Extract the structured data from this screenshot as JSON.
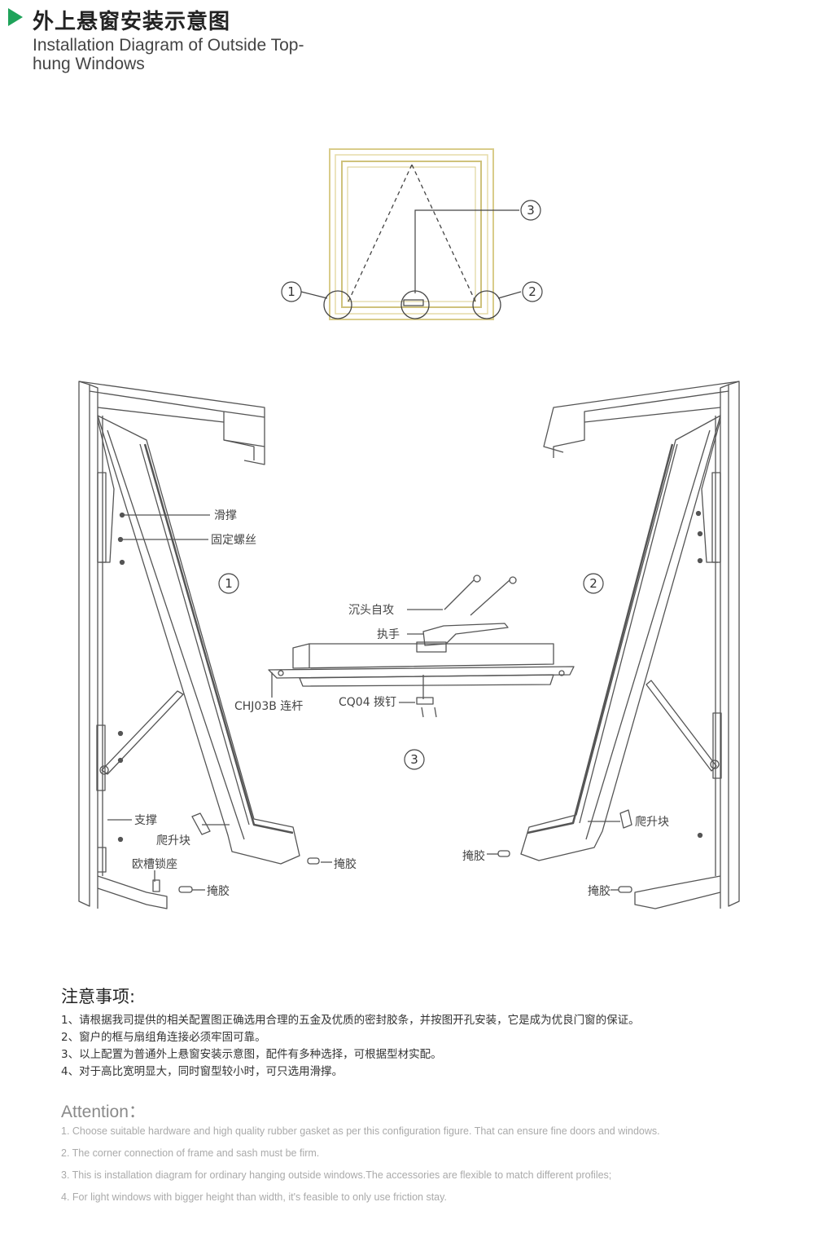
{
  "header": {
    "title_cn": "外上悬窗安装示意图",
    "title_en": "Installation Diagram of Outside Top-hung Windows"
  },
  "callouts": {
    "n1": "1",
    "n2": "2",
    "n3": "3"
  },
  "labels": {
    "friction_stay": "滑撑",
    "fixing_screw": "固定螺丝",
    "countersunk_screw": "沉头自攻",
    "handle": "执手",
    "connecting_rod": "CHJ03B 连杆",
    "shift_pin": "CQ04 拨钉",
    "support": "支撑",
    "lifting_block_left": "爬升块",
    "lock_seat": "欧槽锁座",
    "sealant_left_bottom": "掩胶",
    "sealant_left_mid": "掩胶",
    "lifting_block_right": "爬升块",
    "sealant_right_mid": "掩胶",
    "sealant_right_bottom": "掩胶"
  },
  "notes": {
    "title": "注意事项:",
    "items": [
      "1、请根据我司提供的相关配置图正确选用合理的五金及优质的密封胶条，并按图开孔安装，它是成为优良门窗的保证。",
      "2、窗户的框与扇组角连接必须牢固可靠。",
      "3、以上配置为普通外上悬窗安装示意图，配件有多种选择，可根据型材实配。",
      "4、对于高比宽明显大，同时窗型较小时，可只选用滑撑。"
    ]
  },
  "attention": {
    "title": "Attention：",
    "items": [
      "1. Choose suitable hardware and high quality rubber gasket as per this configuration figure. That can ensure fine doors and windows.",
      "2. The corner connection of frame and sash must be firm.",
      "3. This is installation diagram for ordinary hanging outside windows.The accessories are flexible to match different profiles;",
      "4. For light windows with bigger height than width, it's feasible to only use friction stay."
    ]
  },
  "colors": {
    "accent": "#1fa35a",
    "frame_gold": "#e8dca0",
    "line": "#555555"
  }
}
